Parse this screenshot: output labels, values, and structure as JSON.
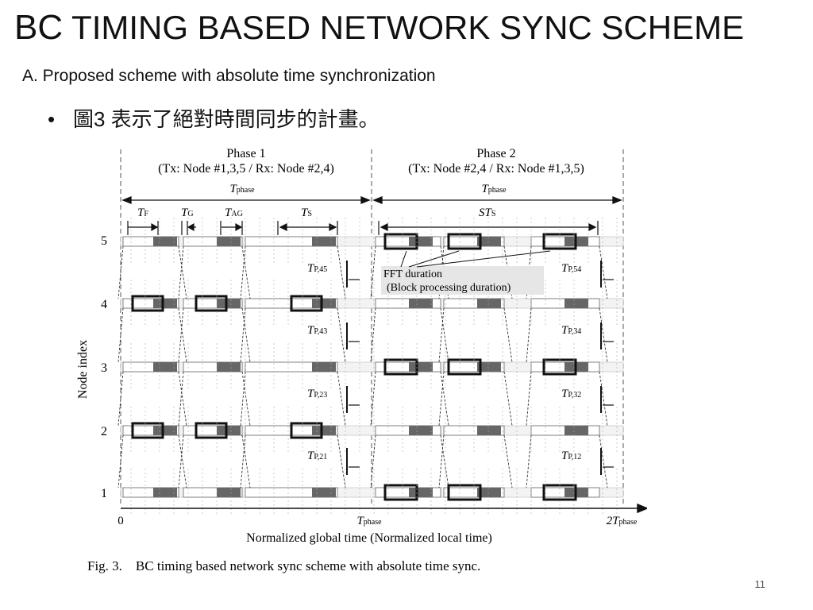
{
  "slide": {
    "title_prefix": "BC",
    "title_rest": " TIMING BASED NETWORK SYNC SCHEME",
    "subtitle": "A. Proposed scheme with absolute time synchronization",
    "bullet": "圖3 表示了絕對時間同步的計畫。",
    "page_number": "11"
  },
  "figure": {
    "phase1": {
      "title": "Phase 1",
      "sub": "(Tx: Node #1,3,5 / Rx: Node #2,4)",
      "tphase": "T",
      "tphase_sub": "phase"
    },
    "phase2": {
      "title": "Phase 2",
      "sub": "(Tx: Node #2,4 / Rx: Node #1,3,5)",
      "tphase": "T",
      "tphase_sub": "phase"
    },
    "labels": {
      "tf": "T",
      "tf_sub": "F",
      "tg": "T",
      "tg_sub": "G",
      "tag": "T",
      "tag_sub": "AG",
      "ts": "T",
      "ts_sub": "S",
      "sts": "ST",
      "sts_sub": "S",
      "fft1": "FFT duration",
      "fft2": "(Block processing duration)"
    },
    "tp_labels": [
      {
        "t": "T",
        "sub": "P,45"
      },
      {
        "t": "T",
        "sub": "P,43"
      },
      {
        "t": "T",
        "sub": "P,23"
      },
      {
        "t": "T",
        "sub": "P,21"
      },
      {
        "t": "T",
        "sub": "P,54"
      },
      {
        "t": "T",
        "sub": "P,34"
      },
      {
        "t": "T",
        "sub": "P,32"
      },
      {
        "t": "T",
        "sub": "P,12"
      }
    ],
    "y_axis_label": "Node index",
    "nodes": [
      "5",
      "4",
      "3",
      "2",
      "1"
    ],
    "x_ticks": {
      "zero": "0",
      "mid": "T",
      "mid_sub": "phase",
      "end": "2T",
      "end_sub": "phase"
    },
    "x_axis_label": "Normalized global time (Normalized local time)",
    "caption": "Fig. 3.    BC timing based network sync scheme with absolute time sync."
  }
}
